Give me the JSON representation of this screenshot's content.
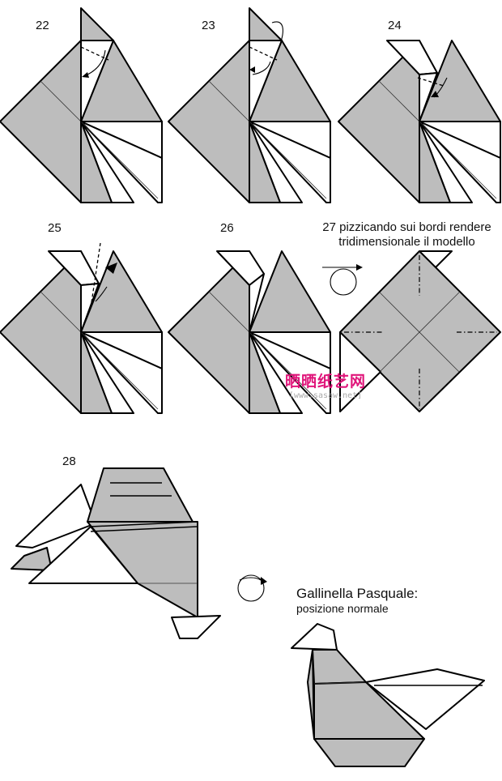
{
  "steps": [
    {
      "number": "22"
    },
    {
      "number": "23"
    },
    {
      "number": "24"
    },
    {
      "number": "25"
    },
    {
      "number": "26"
    },
    {
      "number": "27",
      "caption_line1": "pizzicando sui bordi rendere",
      "caption_line2": "tridimensionale il modello"
    },
    {
      "number": "28"
    }
  ],
  "final": {
    "title": "Gallinella Pasquale:",
    "subtitle": "posizione normale"
  },
  "watermark": {
    "chinese": "晒晒纸艺网",
    "url": "[www.sasaw.net]"
  },
  "colors": {
    "paper_colored": "#bdbdbd",
    "paper_white": "#ffffff",
    "watermark": "#e0157a"
  }
}
